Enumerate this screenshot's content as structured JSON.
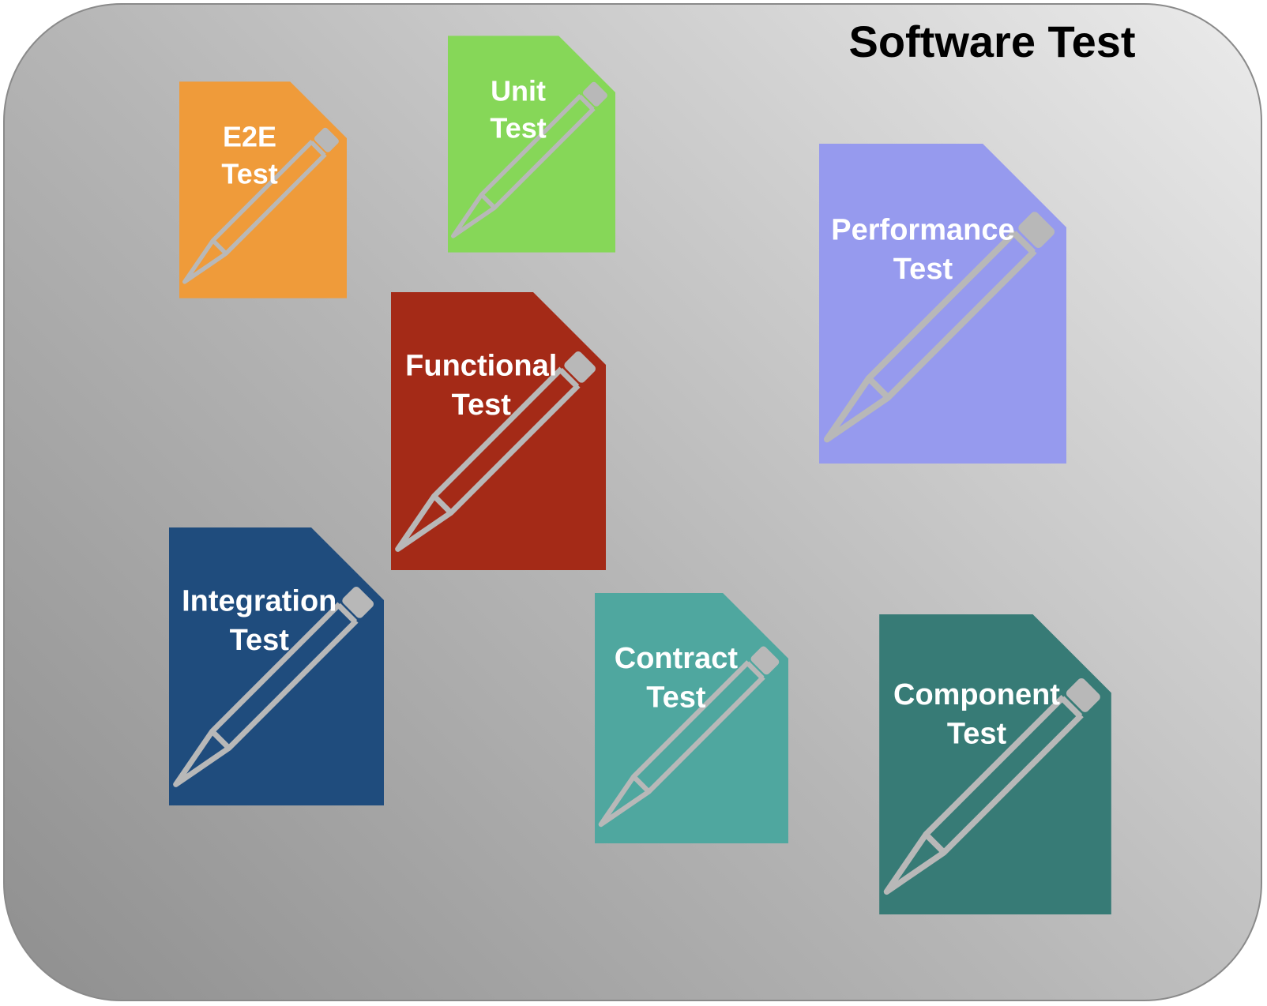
{
  "title": "Software Test",
  "pencil_color": "#b8b8b8",
  "documents": [
    {
      "id": "e2e",
      "line1": "E2E",
      "line2": "Test",
      "color": "#ef9b3a"
    },
    {
      "id": "unit",
      "line1": "Unit",
      "line2": "Test",
      "color": "#86d758"
    },
    {
      "id": "functional",
      "line1": "Functional",
      "line2": "Test",
      "color": "#a42a17"
    },
    {
      "id": "performance",
      "line1": "Performance",
      "line2": "Test",
      "color": "#969aee"
    },
    {
      "id": "integration",
      "line1": "Integration",
      "line2": "Test",
      "color": "#1f4c7d"
    },
    {
      "id": "contract",
      "line1": "Contract",
      "line2": "Test",
      "color": "#4fa79f"
    },
    {
      "id": "component",
      "line1": "Component",
      "line2": "Test",
      "color": "#377b76"
    }
  ]
}
